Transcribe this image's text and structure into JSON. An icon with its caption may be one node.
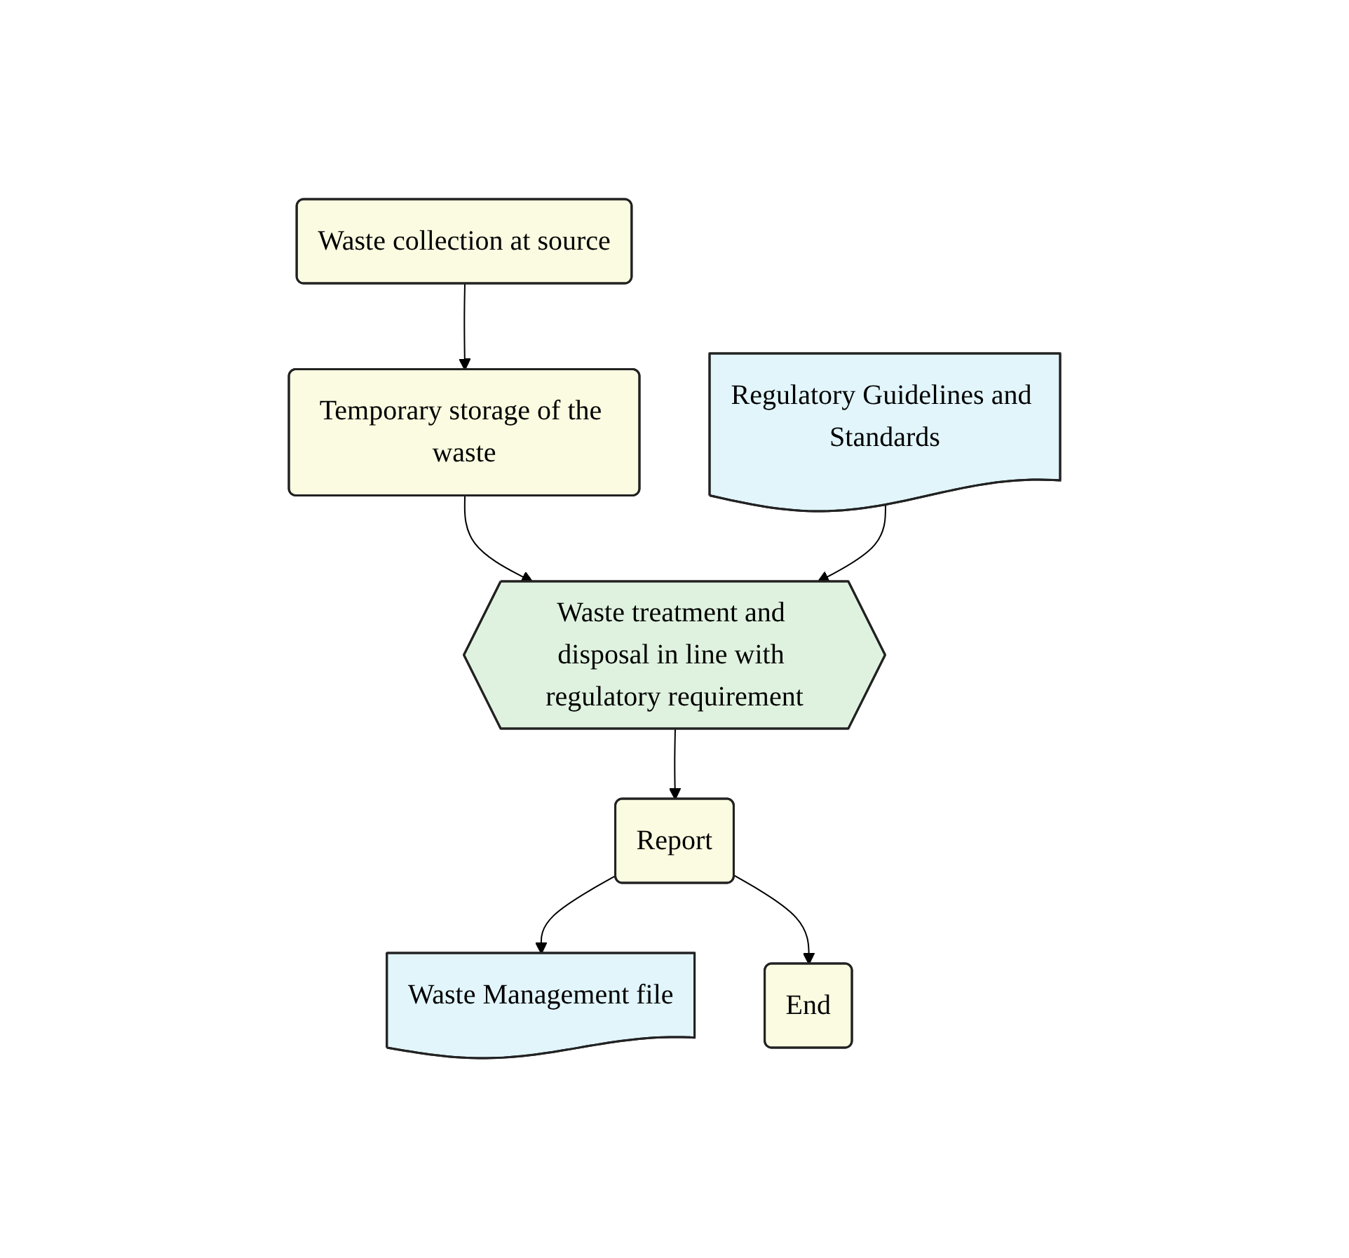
{
  "diagram": {
    "nodes": [
      {
        "text": [
          "Waste collection at source"
        ]
      },
      {
        "text": [
          "Temporary storage of the waste"
        ]
      },
      {
        "text": [
          "Regulatory Guidelines and Standards"
        ]
      },
      {
        "text": [
          "Waste treatment and disposal in line with regulatory requirement"
        ]
      },
      {
        "text": [
          "Report"
        ]
      },
      {
        "text": [
          "Waste Management file"
        ]
      },
      {
        "text": [
          "End"
        ]
      }
    ],
    "edges": [
      {
        "from": 0,
        "to": 1,
        "arrow": "to"
      },
      {
        "from": 1,
        "to": 3,
        "arrow": "to"
      },
      {
        "from": 2,
        "to": 3,
        "arrow": "to"
      },
      {
        "from": 3,
        "to": 4,
        "arrow": "to"
      },
      {
        "from": 4,
        "to": 5,
        "arrow": "to"
      },
      {
        "from": 4,
        "to": 6,
        "arrow": "to"
      }
    ]
  }
}
